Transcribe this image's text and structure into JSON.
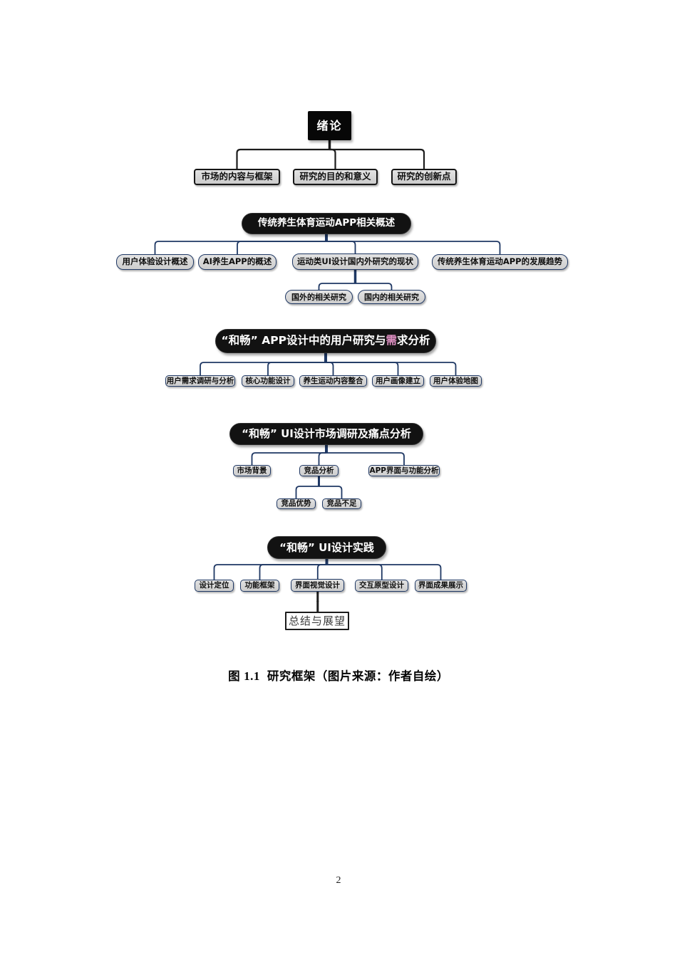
{
  "colors": {
    "connector_navy": "#1f3864",
    "connector_black": "#1c1c1c",
    "box_fill_gray": "#d9d9d9",
    "pill_fill": "#121212",
    "accent_pink": "#de8fc2"
  },
  "sections": {
    "s1": {
      "root": "绪论",
      "children": [
        "市场的内容与框架",
        "研究的目的和意义",
        "研究的创新点"
      ]
    },
    "s2": {
      "root": "传统养生体育运动APP相关概述",
      "children": [
        "用户体验设计概述",
        "AI养生APP的概述",
        "运动类UI设计国内外研究的现状",
        "传统养生体育运动APP的发展趋势"
      ],
      "sub": [
        "国外的相关研究",
        "国内的相关研究"
      ]
    },
    "s3": {
      "root_pre": "“和畅” APP设计中的用户研究与",
      "root_accent": "需",
      "root_post": "求分析",
      "children": [
        "用户需求调研与分析",
        "核心功能设计",
        "养生运动内容整合",
        "用户画像建立",
        "用户体验地图"
      ]
    },
    "s4": {
      "root": "“和畅” UI设计市场调研及痛点分析",
      "children": [
        "市场背景",
        "竞品分析",
        "APP界面与功能分析"
      ],
      "sub": [
        "竞品优势",
        "竞品不足"
      ]
    },
    "s5": {
      "root": "“和畅” UI设计实践",
      "children": [
        "设计定位",
        "功能框架",
        "界面视觉设计",
        "交互原型设计",
        "界面成果展示"
      ],
      "summary": "总结与展望"
    }
  },
  "caption": {
    "fig_label": "图",
    "fig_number": "1.1",
    "text": "研究框架（图片来源：作者自绘）"
  },
  "page": {
    "number": "2"
  }
}
